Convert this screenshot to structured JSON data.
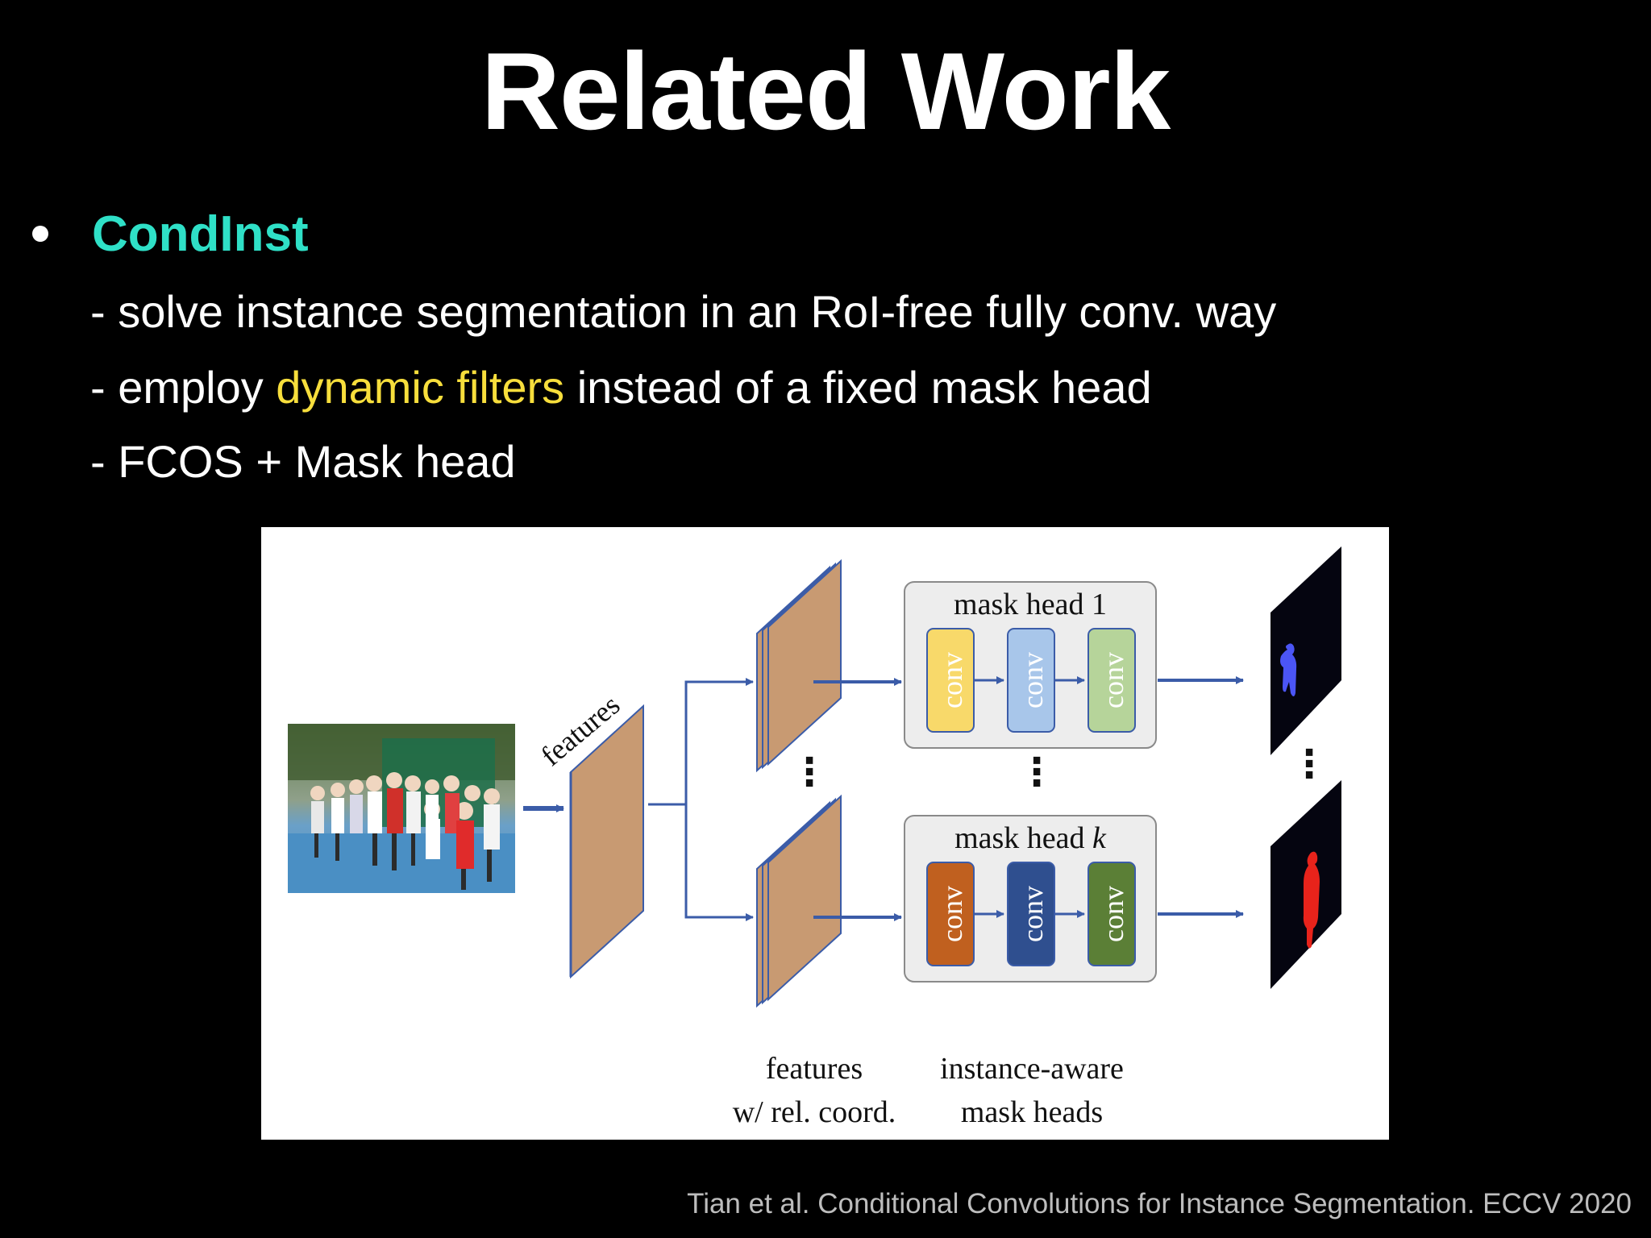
{
  "slide": {
    "title": "Related Work",
    "bullet": {
      "label": "CondInst",
      "sub_items": [
        {
          "text": "- solve instance segmentation in an RoI-free fully conv. way"
        },
        {
          "prefix": "- employ ",
          "highlight": "dynamic filters",
          "suffix": " instead of a fixed mask head"
        },
        {
          "text": "- FCOS + Mask head"
        }
      ]
    },
    "citation": "Tian et al. Conditional Convolutions for Instance Segmentation. ECCV 2020"
  },
  "colors": {
    "bullet_label": "#2fe0c7",
    "highlight": "#f7de3c",
    "arrow": "#3b5ca8",
    "feature_map": "#c89a72",
    "mask_blue": "#4b55f5",
    "mask_red": "#e8231b"
  },
  "diagram": {
    "features_label": "features",
    "mask_heads": [
      {
        "title_prefix": "mask head ",
        "title_index": "1",
        "convs": [
          {
            "label": "conv",
            "color": "#f8d96a"
          },
          {
            "label": "conv",
            "color": "#a8c6ea"
          },
          {
            "label": "conv",
            "color": "#b6d49a"
          }
        ],
        "output_mask": "blue-person-silhouette"
      },
      {
        "title_prefix": "mask head ",
        "title_index": "k",
        "convs": [
          {
            "label": "conv",
            "color": "#c0601f"
          },
          {
            "label": "conv",
            "color": "#2f4f8f"
          },
          {
            "label": "conv",
            "color": "#5b7f36"
          }
        ],
        "output_mask": "red-person-silhouette"
      }
    ],
    "ellipsis": "⋮",
    "caption_left": [
      "features",
      "w/ rel. coord."
    ],
    "caption_right": [
      "instance-aware",
      "mask heads"
    ],
    "input_image": "photo-of-children-group"
  }
}
